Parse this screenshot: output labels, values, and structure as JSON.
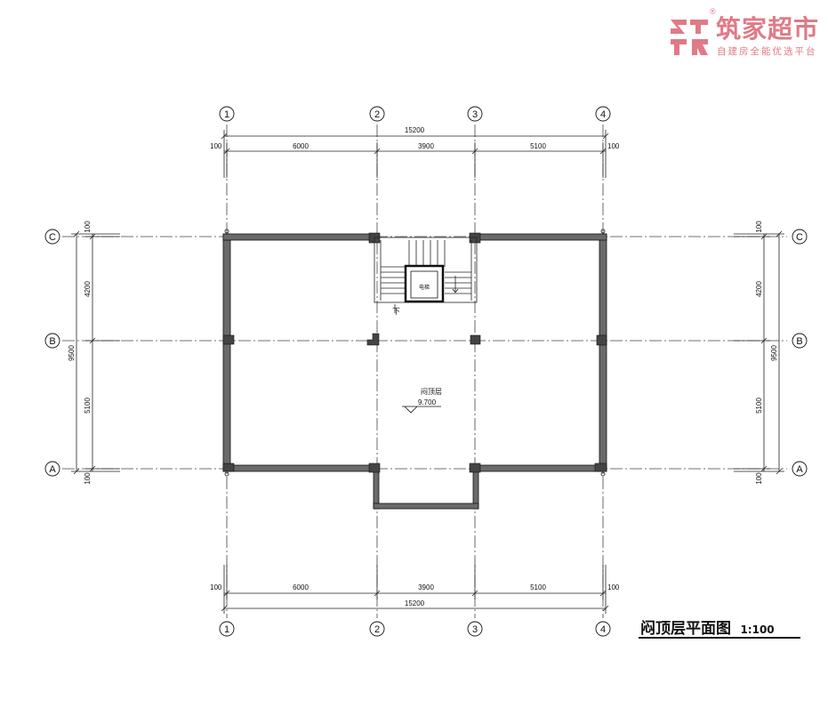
{
  "brand": {
    "name": "筑家超市",
    "tagline": "自建房全能优选平台",
    "registered": "®",
    "color": "#e07a86"
  },
  "drawing": {
    "title": "闷顶层平面图",
    "scale": "1:100",
    "room_label": "闷顶层",
    "level": "9.700",
    "elevator_label": "电梯",
    "stair_direction": "下"
  },
  "grid": {
    "columns": [
      {
        "label": "1",
        "position_mm": 0
      },
      {
        "label": "2",
        "position_mm": 6000
      },
      {
        "label": "3",
        "position_mm": 9900
      },
      {
        "label": "4",
        "position_mm": 15000
      }
    ],
    "rows": [
      {
        "label": "A",
        "position_mm": 0
      },
      {
        "label": "B",
        "position_mm": 5100
      },
      {
        "label": "C",
        "position_mm": 9300
      }
    ]
  },
  "dimensions": {
    "horizontal_total": "15200",
    "horizontal_segments": [
      "6000",
      "3900",
      "5100"
    ],
    "horizontal_offset": "100",
    "vertical_total": "9500",
    "vertical_segments": [
      "5100",
      "4200"
    ],
    "vertical_offset": "100"
  }
}
